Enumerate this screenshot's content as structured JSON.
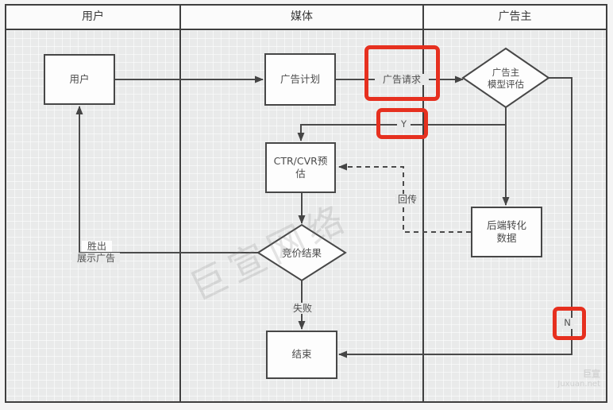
{
  "lanes": [
    {
      "label": "用户"
    },
    {
      "label": "媒体"
    },
    {
      "label": "广告主"
    }
  ],
  "nodes": {
    "user": {
      "label": "用户"
    },
    "ad_plan": {
      "label": "广告计划"
    },
    "advertiser_model_eval": {
      "lines": [
        "广告主",
        "模型评估"
      ]
    },
    "ctr_cvr_forecast": {
      "lines": [
        "CTR/CVR预",
        "估"
      ]
    },
    "backend_conversion_data": {
      "lines": [
        "后端转化",
        "数据"
      ]
    },
    "bid_result": {
      "label": "竞价结果"
    },
    "end": {
      "label": "结束"
    }
  },
  "edge_labels": {
    "ad_request": "广告请求",
    "yes": "Y",
    "no": "N",
    "callback": "回传",
    "fail": "失败",
    "win": [
      "胜出",
      "展示广告"
    ]
  },
  "watermarks": {
    "diagonal": "巨宣网络",
    "corner_cn": "巨宣",
    "corner_en": "Juxuan.net"
  },
  "colors": {
    "highlight_red": "#e6301f",
    "line": "#4a4a4a",
    "canvas_bg": "#e9eaea",
    "node_fill": "#fdfdfd"
  }
}
